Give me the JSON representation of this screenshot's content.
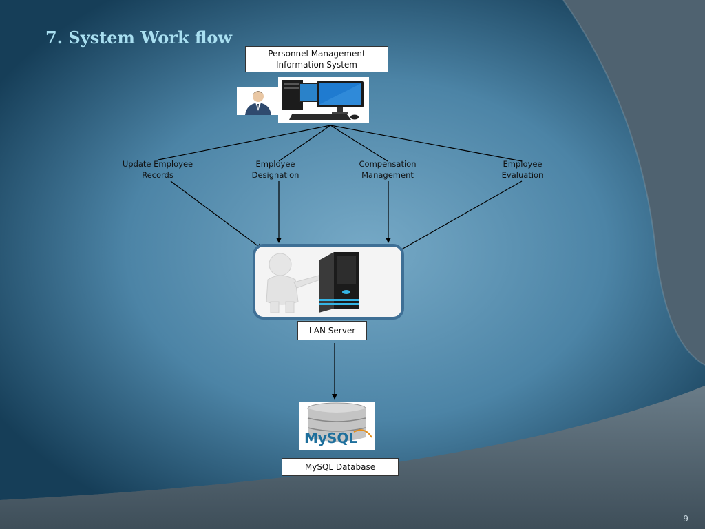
{
  "slide": {
    "title": "7. System Work flow",
    "page_number": "9"
  },
  "diagram": {
    "top_box": "Personnel Management\nInformation System",
    "modules": [
      "Update Employee\nRecords",
      "Employee\nDesignation",
      "Compensation\nManagement",
      "Employee\nEvaluation"
    ],
    "server_label": "LAN Server",
    "database_label": "MySQL Database",
    "database_logo_text": "MySQL"
  },
  "colors": {
    "title": "#a9dff0",
    "background_center": "#6a9fbd",
    "background_edge": "#143a52",
    "band": "#5a6a76"
  },
  "icons": [
    "user-icon",
    "desktop-computer-icon",
    "server-icon",
    "database-icon"
  ]
}
